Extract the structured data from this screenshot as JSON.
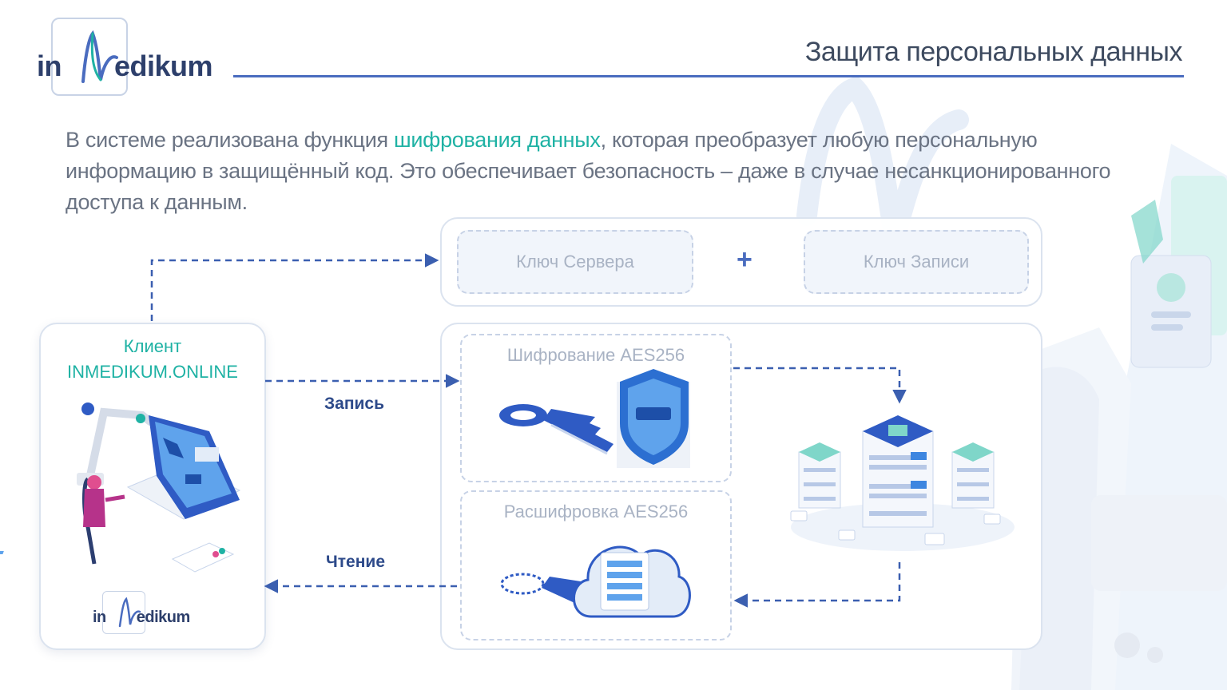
{
  "header": {
    "logo": {
      "prefix": "in",
      "suffix": "edikum"
    },
    "title": "Защита персональных данных"
  },
  "intro": {
    "before": "В системе реализована функция ",
    "highlight": "шифрования данных",
    "after": ", которая преобразует любую персональную информацию в защищённый код. Это обеспечивает безопасность – даже в случае несанкционированного доступа к данным."
  },
  "keys": {
    "server": "Ключ Сервера",
    "plus": "+",
    "record": "Ключ Записи"
  },
  "client": {
    "line1": "Клиент",
    "line2": "INMEDIKUM.ONLINE",
    "logo": {
      "prefix": "in",
      "suffix": "edikum"
    }
  },
  "process": {
    "encrypt": "Шифрование AES256",
    "decrypt": "Расшифровка AES256"
  },
  "flows": {
    "write": "Запись",
    "read": "Чтение"
  },
  "colors": {
    "accent": "#4a6cbf",
    "highlight": "#1fb2a4",
    "arrow": "#3b5fb0",
    "dark_blue": "#2d4a8a"
  },
  "icons": [
    "key-icon",
    "shield-icon",
    "cloud-server-icon",
    "server-stack-icon",
    "laptop-robot-icon"
  ]
}
